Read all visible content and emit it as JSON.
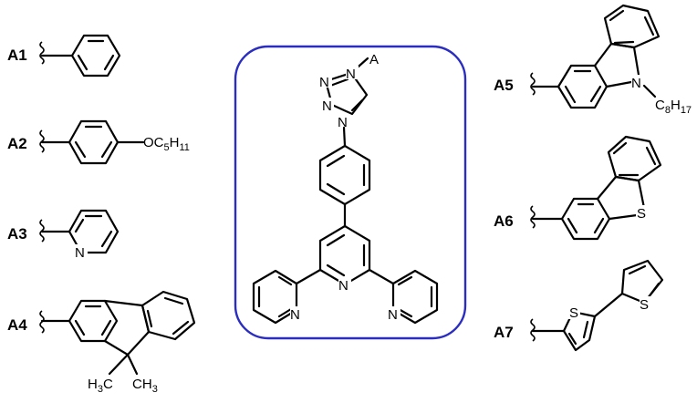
{
  "core": {
    "substituent": "A",
    "atoms": {
      "n": "N",
      "s": "S"
    },
    "frame_color": "#2a2dbf"
  },
  "substituents": [
    {
      "id": "A1",
      "label": "A1"
    },
    {
      "id": "A2",
      "label": "A2",
      "group": {
        "base": "OC",
        "c_count": "5",
        "h": "H",
        "h_count": "11"
      }
    },
    {
      "id": "A3",
      "label": "A3"
    },
    {
      "id": "A4",
      "label": "A4",
      "methyl": {
        "h": "H",
        "n": "3",
        "c": "C"
      }
    },
    {
      "id": "A5",
      "label": "A5",
      "alkyl": {
        "c": "C",
        "c_count": "8",
        "h": "H",
        "h_count": "17"
      }
    },
    {
      "id": "A6",
      "label": "A6"
    },
    {
      "id": "A7",
      "label": "A7"
    }
  ]
}
